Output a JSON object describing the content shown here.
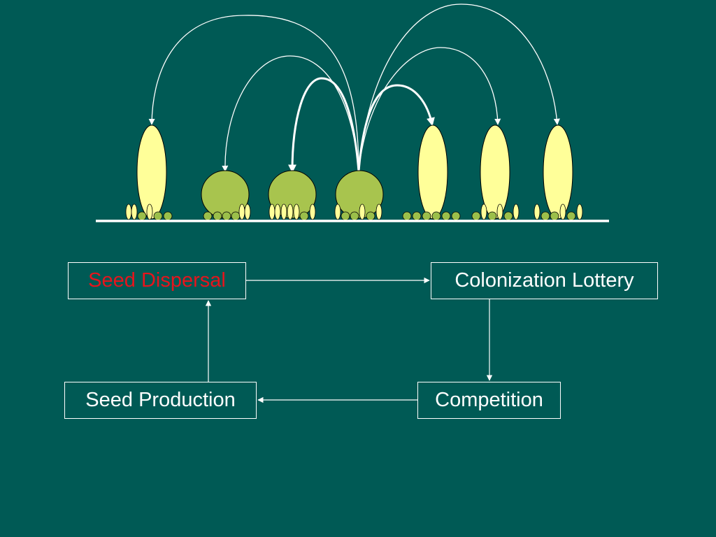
{
  "colors": {
    "background": "#005a55",
    "line": "#ffffff",
    "tall_plant": "#ffff99",
    "round_plant": "#a8c44e",
    "seed_round": "#9bbf4a",
    "highlight_text": "#e8141c"
  },
  "nodes": {
    "seed_dispersal": "Seed Dispersal",
    "colonization_lottery": "Colonization Lottery",
    "competition": "Competition",
    "seed_production": "Seed Production"
  }
}
